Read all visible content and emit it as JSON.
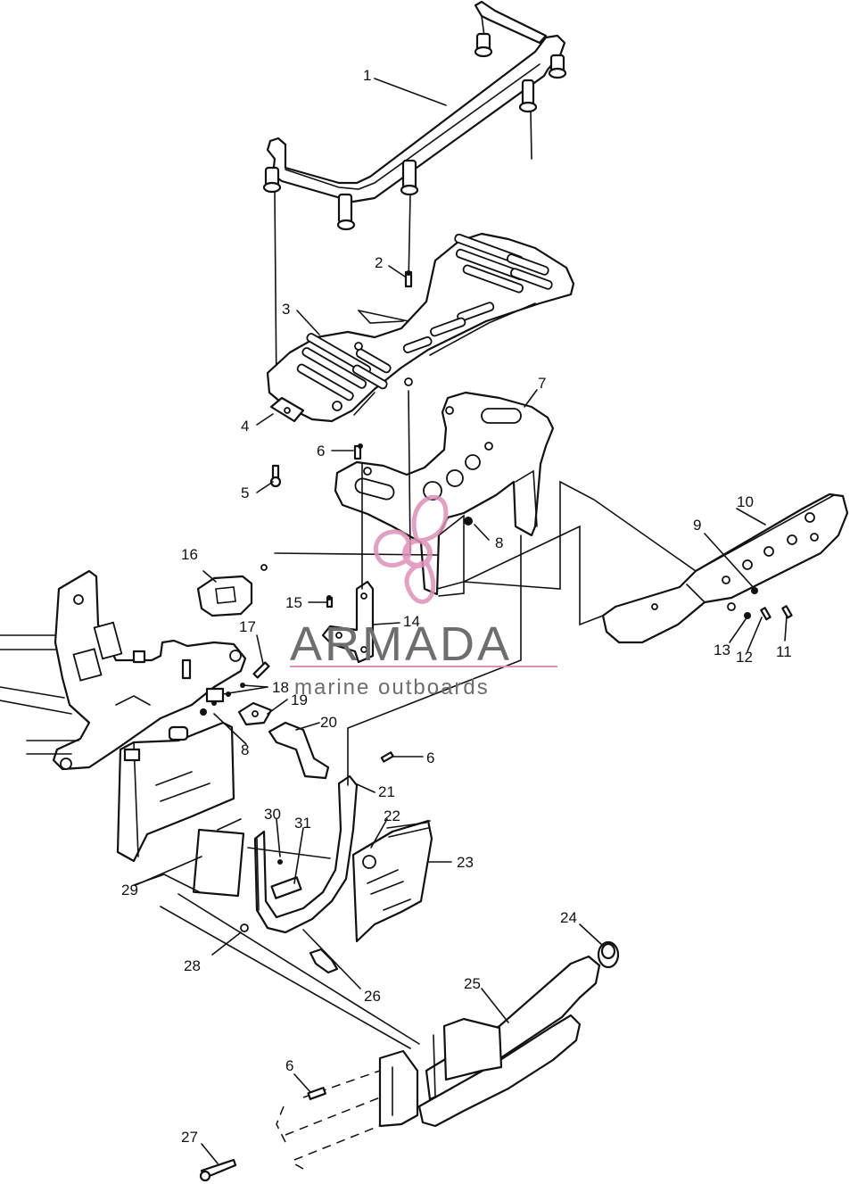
{
  "watermark": {
    "brand": "ARMADA",
    "tagline": "marine outboards",
    "accent_color": "#e090b8",
    "text_color": "#6e6e6e"
  },
  "callouts": {
    "c1": "1",
    "c2": "2",
    "c3": "3",
    "c4": "4",
    "c5": "5",
    "c6a": "6",
    "c6b": "6",
    "c6c": "6",
    "c7": "7",
    "c8a": "8",
    "c8b": "8",
    "c9": "9",
    "c10": "10",
    "c11": "11",
    "c12": "12",
    "c13": "13",
    "c14": "14",
    "c15": "15",
    "c16": "16",
    "c17": "17",
    "c18": "18",
    "c19": "19",
    "c20": "20",
    "c21": "21",
    "c22": "22",
    "c23": "23",
    "c24": "24",
    "c25": "25",
    "c26": "26",
    "c27": "27",
    "c28": "28",
    "c29": "29",
    "c30": "30",
    "c31": "31"
  }
}
